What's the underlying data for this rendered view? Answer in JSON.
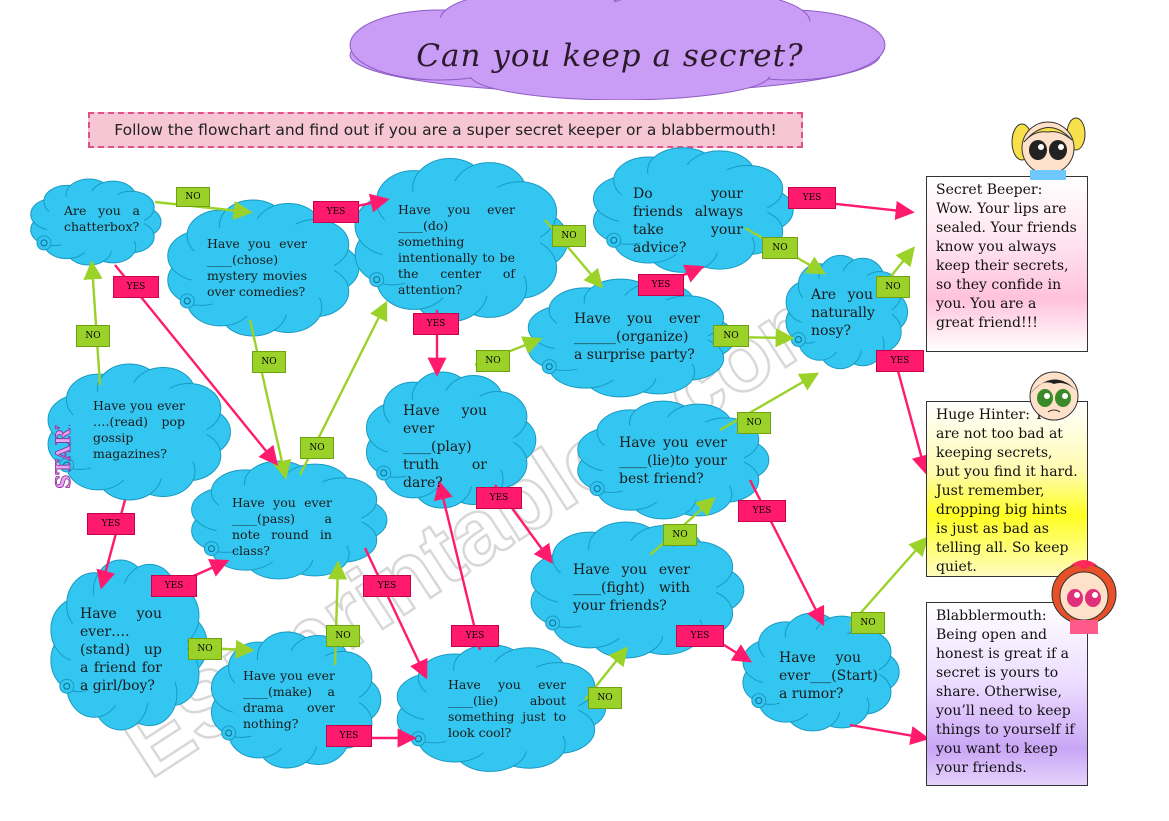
{
  "title": "Can you keep a secret?",
  "instruction": "Follow the flowchart and find out if you are a super secret keeper or a blabbermouth!",
  "start_label": "START",
  "watermark": "ESLprintables.com",
  "colors": {
    "cloud": "#33c6f0",
    "yes": "#ff1a6e",
    "no": "#9bd22a",
    "title_cloud": "#c99cf6",
    "instruction_bg": "#f6c6d4"
  },
  "questions": {
    "chatterbox": "Are you a chatterbox?",
    "mystery": "Have you ever ____(chose) mystery movies over comedies?",
    "attention": "Have you ever ____(do) something intentionally to be the center of attention?",
    "advice": "Do your friends always take your advice?",
    "nosy": "Are you naturally nosy?",
    "gossip": "Have you ever ….(read) pop gossip magazines?",
    "party": "Have you ever ______(organize) a surprise party?",
    "truth": "Have you ever ____(play) truth or dare?",
    "lie_friend": "Have you ever ____(lie)to your best friend?",
    "note": "Have you ever ____(pass) a note round in class?",
    "fight": "Have you ever ____(fight) with your friends?",
    "stand": "Have you ever….(stand) up a friend for a girl/boy?",
    "drama": "Have you ever ____(make) a drama over nothing?",
    "cool": "Have you ever ____(lie) about something just to look cool?",
    "rumor": "Have you ever___(Start) a rumor?"
  },
  "tags": {
    "yes": "YES",
    "no": "NO"
  },
  "results": {
    "secret_keeper": "Secret Beeper: Wow. Your lips are sealed. Your friends know you always keep their secrets, so they confide in you. You are a great friend!!!",
    "hinter": "Huge Hinter: You are not too bad at keeping secrets, but you find it hard. Just remember, dropping big hints is just as bad as telling all. So keep quiet.",
    "blabbermouth": "Blabblermouth: Being open and honest is great if a secret is yours to share. Otherwise, you’ll need to keep things to yourself if you want to keep your friends."
  }
}
